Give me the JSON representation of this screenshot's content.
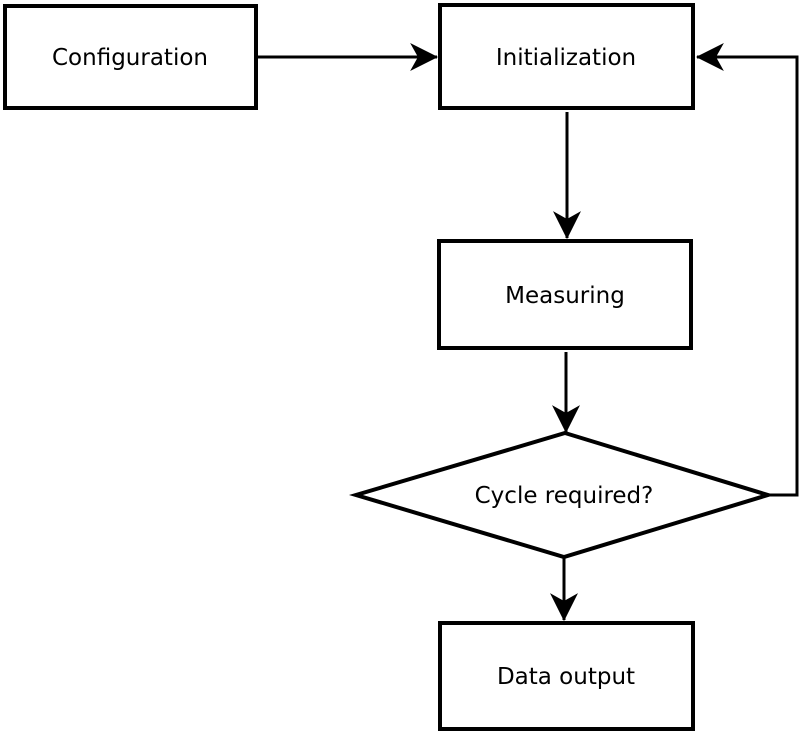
{
  "diagram": {
    "type": "flowchart",
    "colors": {
      "background": "#ffffff",
      "stroke": "#000000",
      "text": "#000000",
      "node_fill": "#ffffff"
    },
    "nodes": [
      {
        "id": "configuration",
        "label": "Configuration",
        "shape": "rectangle"
      },
      {
        "id": "initialization",
        "label": "Initialization",
        "shape": "rectangle"
      },
      {
        "id": "measuring",
        "label": "Measuring",
        "shape": "rectangle"
      },
      {
        "id": "cycle-required",
        "label": "Cycle required?",
        "shape": "diamond"
      },
      {
        "id": "data-output",
        "label": "Data output",
        "shape": "rectangle"
      }
    ],
    "edges": [
      {
        "from": "configuration",
        "to": "initialization",
        "route": "right"
      },
      {
        "from": "initialization",
        "to": "measuring",
        "route": "down"
      },
      {
        "from": "measuring",
        "to": "cycle-required",
        "route": "down"
      },
      {
        "from": "cycle-required",
        "to": "data-output",
        "route": "down"
      },
      {
        "from": "cycle-required",
        "to": "initialization",
        "route": "right-then-up-loop"
      }
    ]
  }
}
